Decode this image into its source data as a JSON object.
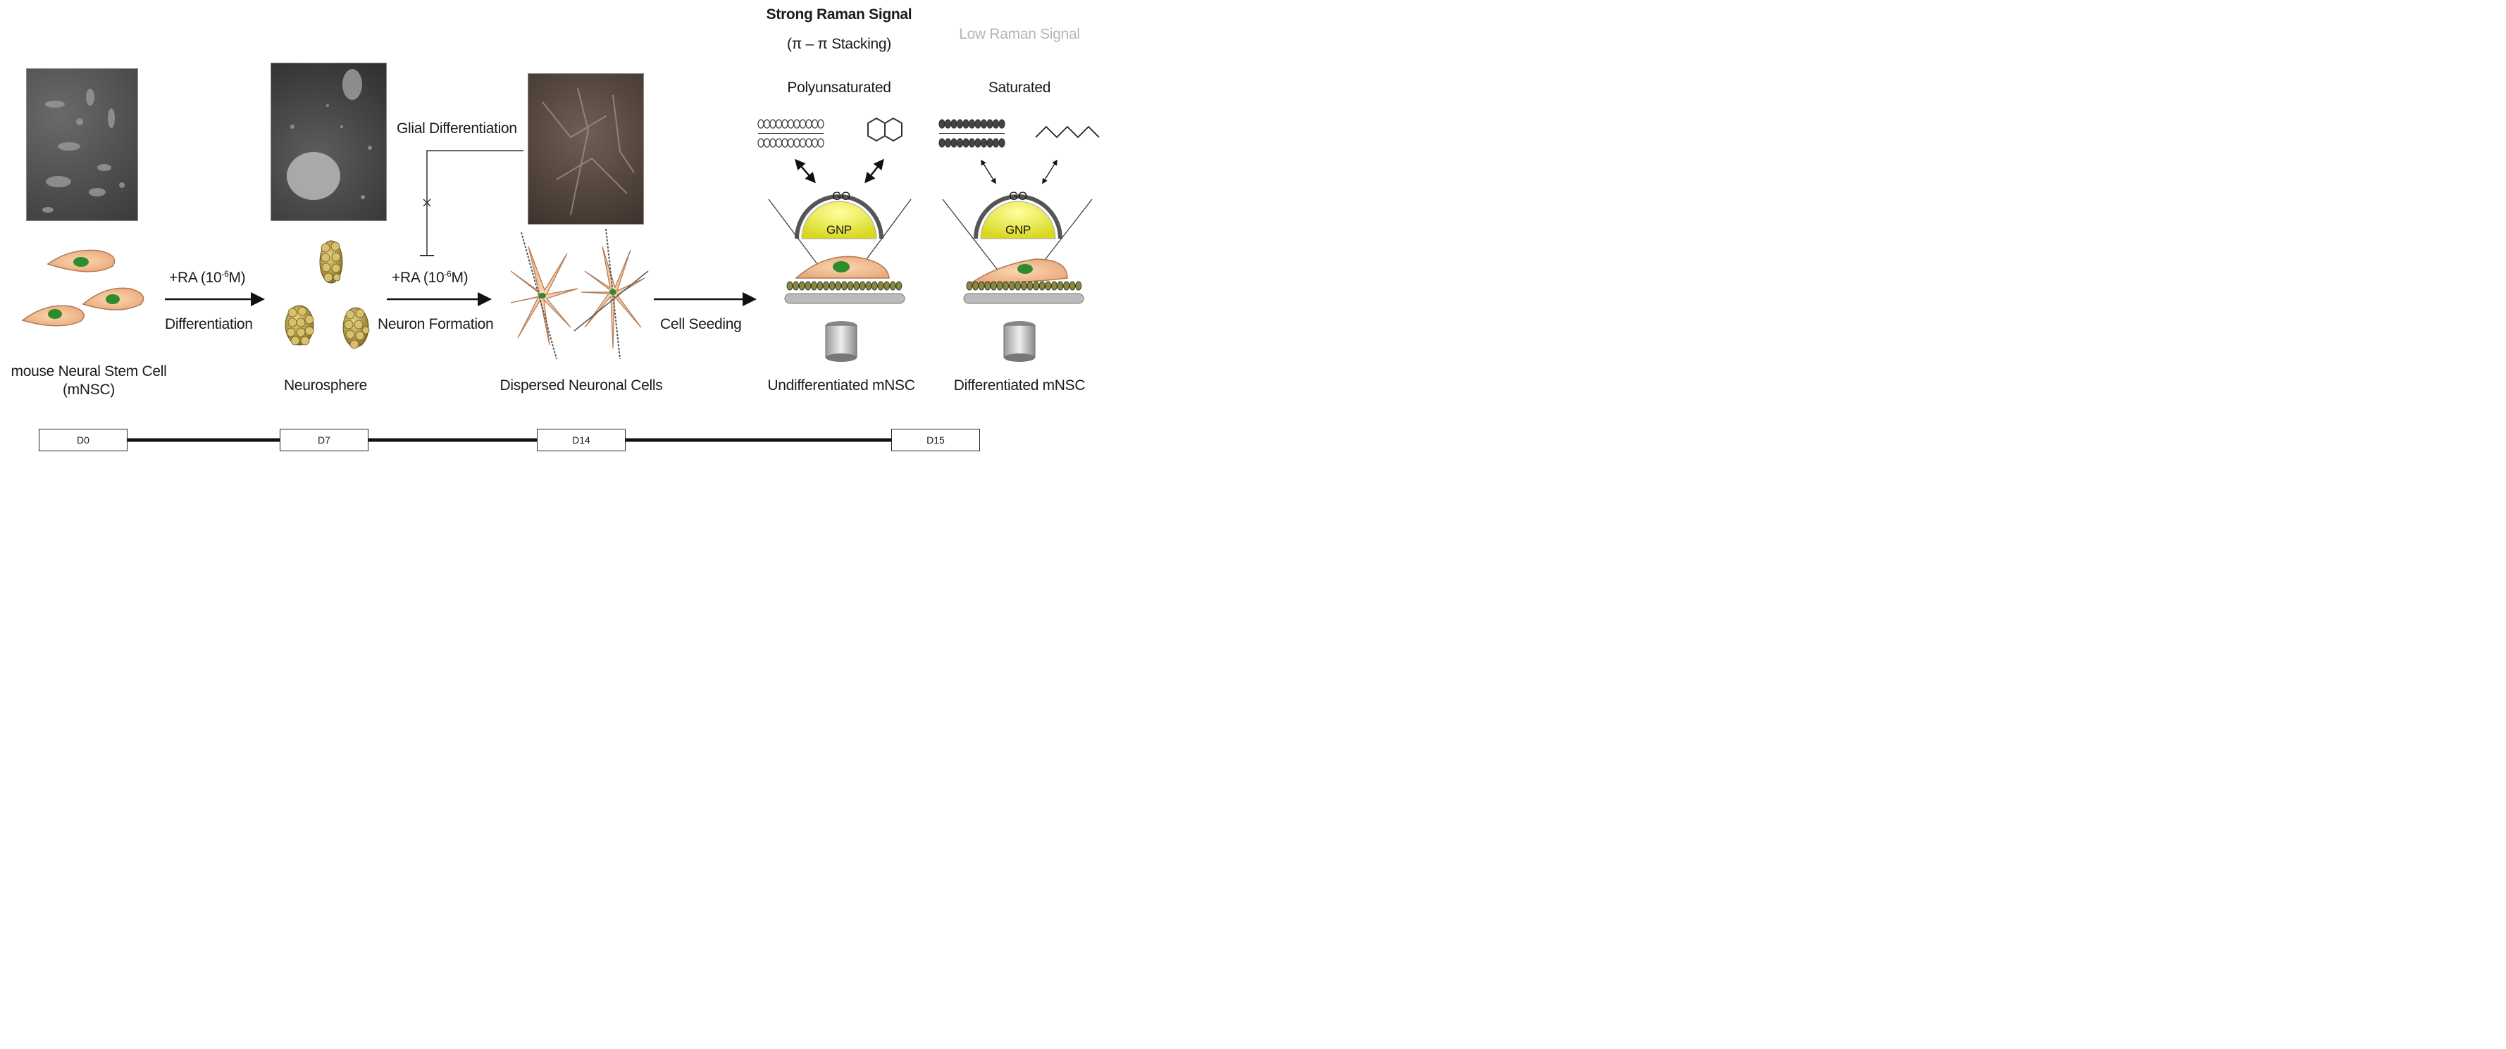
{
  "stages": {
    "mnsc_label_line1": "mouse Neural Stem Cell",
    "mnsc_label_line2": "(mNSC)",
    "neurosphere_label": "Neurosphere",
    "dispersed_label": "Dispersed Neuronal Cells",
    "undiff_label": "Undifferentiated mNSC",
    "diff_label": "Differentiated mNSC"
  },
  "arrows": {
    "ra_prefix": "+RA (10",
    "ra_exp": "-6",
    "ra_suffix": "M)",
    "differentiation": "Differentiation",
    "neuron_formation": "Neuron Formation",
    "cell_seeding": "Cell Seeding",
    "glial": "Glial Differentiation"
  },
  "raman": {
    "strong_title": "Strong Raman Signal",
    "strong_sub": "(π – π Stacking)",
    "low_title": "Low Raman Signal",
    "poly": "Polyunsaturated",
    "sat": "Saturated",
    "go": "GO",
    "gnp": "GNP"
  },
  "timeline": [
    "D0",
    "D7",
    "D14",
    "D15"
  ],
  "colors": {
    "cell": "#f4c39a",
    "nucleus": "#2e8b2e",
    "gnp_yellow": "#f2f23a",
    "photo_dark": "#4a4a4a",
    "photo_brown": "#5a4a42"
  }
}
